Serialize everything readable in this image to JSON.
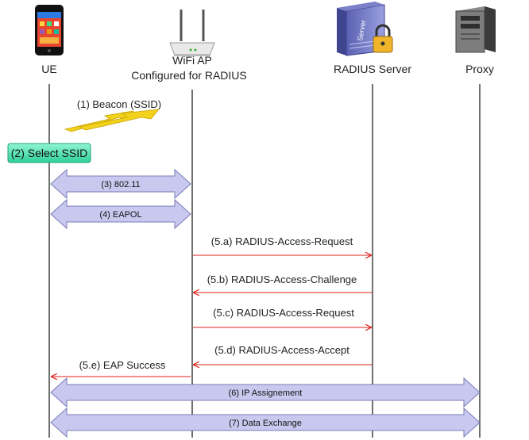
{
  "actors": [
    {
      "id": "ue",
      "lines": [
        "UE"
      ]
    },
    {
      "id": "ap",
      "lines": [
        "WiFi AP",
        "Configured for RADIUS"
      ]
    },
    {
      "id": "radius",
      "lines": [
        "RADIUS Server"
      ],
      "icon_text": "Server"
    },
    {
      "id": "proxy",
      "lines": [
        "Proxy"
      ]
    }
  ],
  "steps": {
    "beacon": "(1) Beacon (SSID)",
    "select_ssid": "(2) Select SSID",
    "s3": "(3) 802.11",
    "s4": "(4) EAPOL",
    "s5a": "(5.a) RADIUS-Access-Request",
    "s5b": "(5.b) RADIUS-Access-Challenge",
    "s5c": "(5.c) RADIUS-Access-Request",
    "s5d": "(5.d) RADIUS-Access-Accept",
    "s5e": "(5.e) EAP Success",
    "s6": "(6) IP Assignement",
    "s7": "(7) Data Exchange"
  },
  "colors": {
    "band_fill": "#c9c9ef",
    "band_stroke": "#7a7ab8",
    "arrow_red": "#e0201a",
    "select_fill": "#4ee3b3",
    "lightning": "#f3d21d"
  },
  "icons": [
    "phone-icon",
    "wifi-router-icon",
    "radius-server-icon",
    "lock-icon",
    "server-tower-icon",
    "lightning-icon"
  ]
}
